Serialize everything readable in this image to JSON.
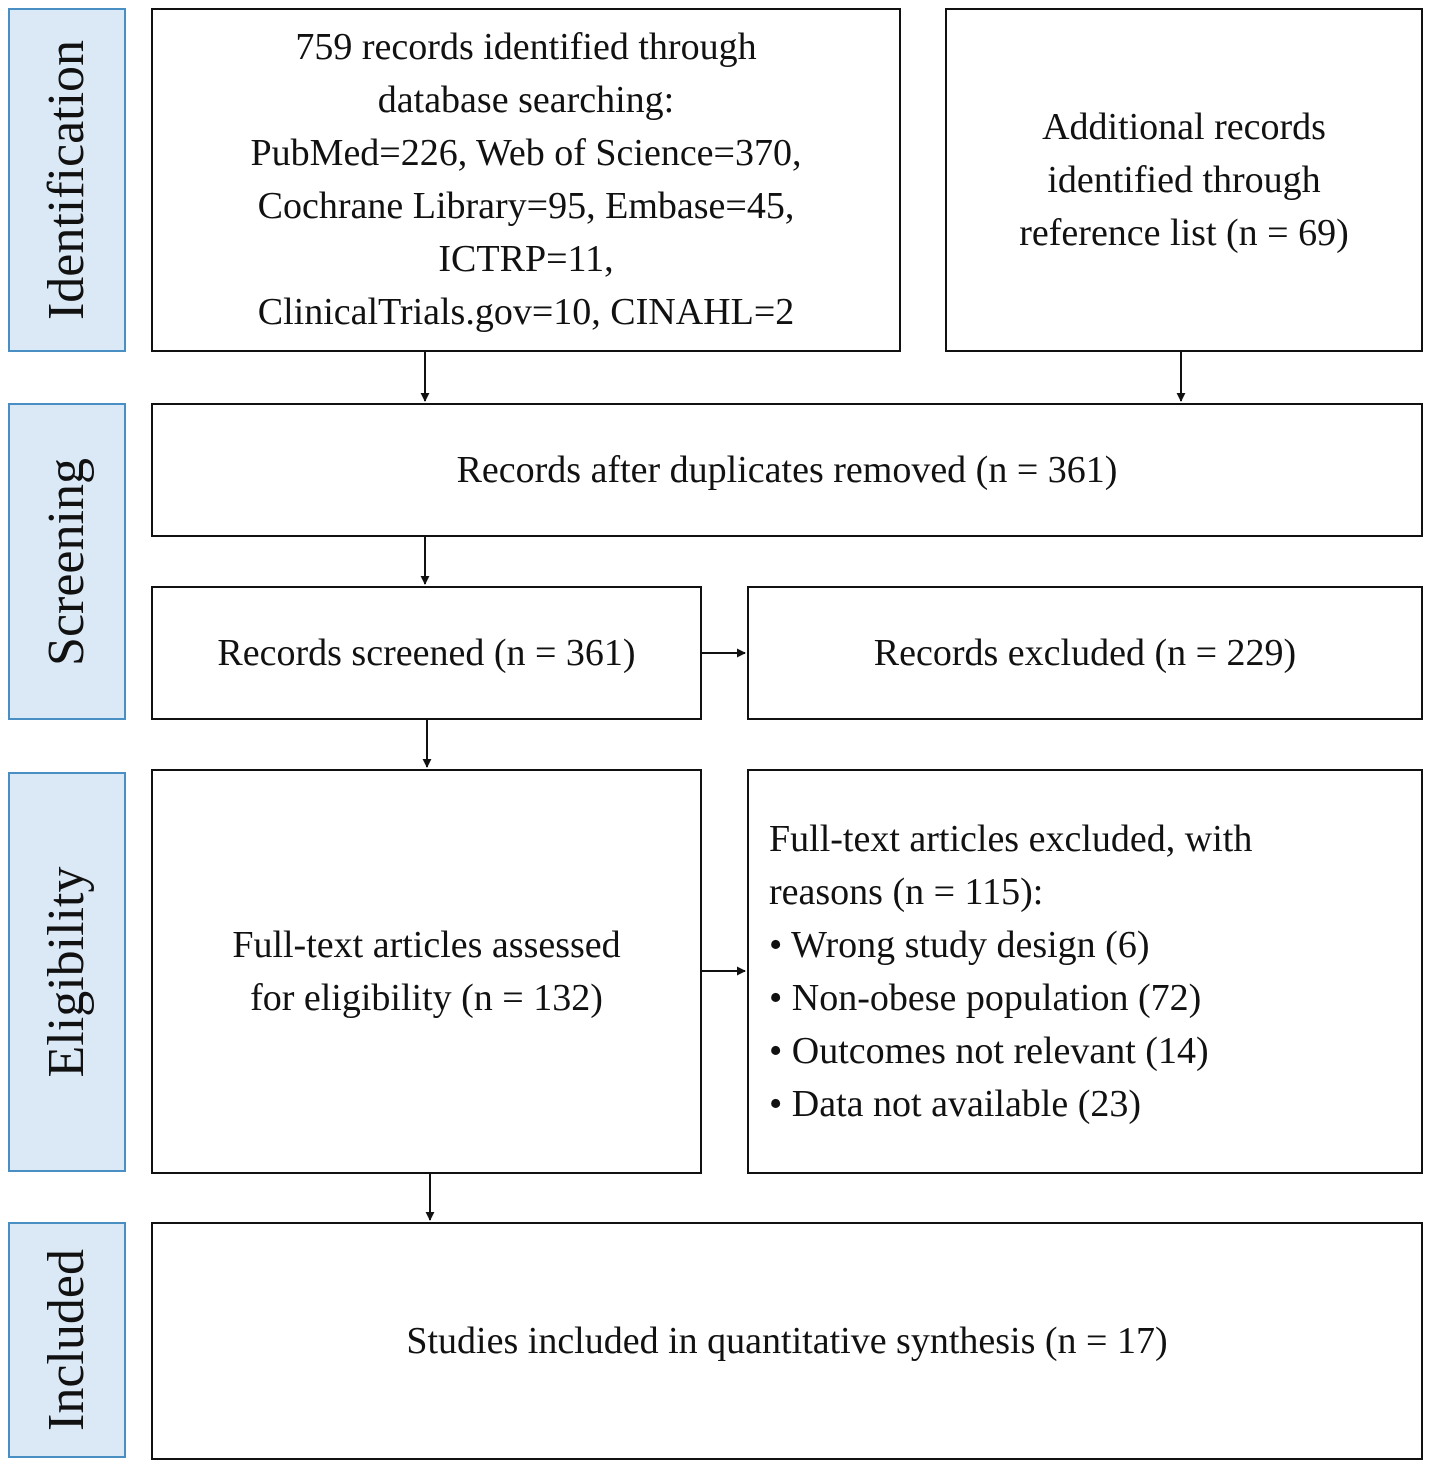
{
  "stages": {
    "identification": "Identification",
    "screening": "Screening",
    "eligibility": "Eligibility",
    "included": "Included"
  },
  "boxes": {
    "database_search": [
      "759 records identified through",
      "database searching:",
      "PubMed=226, Web of Science=370,",
      "Cochrane Library=95, Embase=45,",
      "ICTRP=11,",
      "ClinicalTrials.gov=10,  CINAHL=2"
    ],
    "additional_records": [
      "Additional records",
      "identified through",
      "reference list (n = 69)"
    ],
    "duplicates_removed": "Records after duplicates removed (n = 361)",
    "records_screened": "Records screened (n = 361)",
    "records_excluded": "Records excluded (n = 229)",
    "fulltext_assessed": [
      "Full-text articles assessed",
      "for eligibility (n = 132)"
    ],
    "fulltext_excluded": [
      "Full-text articles excluded, with",
      "reasons (n = 115):",
      "• Wrong study design (6)",
      "• Non-obese population (72)",
      "• Outcomes not relevant (14)",
      "• Data not available (23)"
    ],
    "studies_included": "Studies included in quantitative synthesis (n = 17)"
  },
  "colors": {
    "stage_fill": "#dbe9f7",
    "stage_border": "#4a8fc4",
    "box_border": "#111111"
  }
}
